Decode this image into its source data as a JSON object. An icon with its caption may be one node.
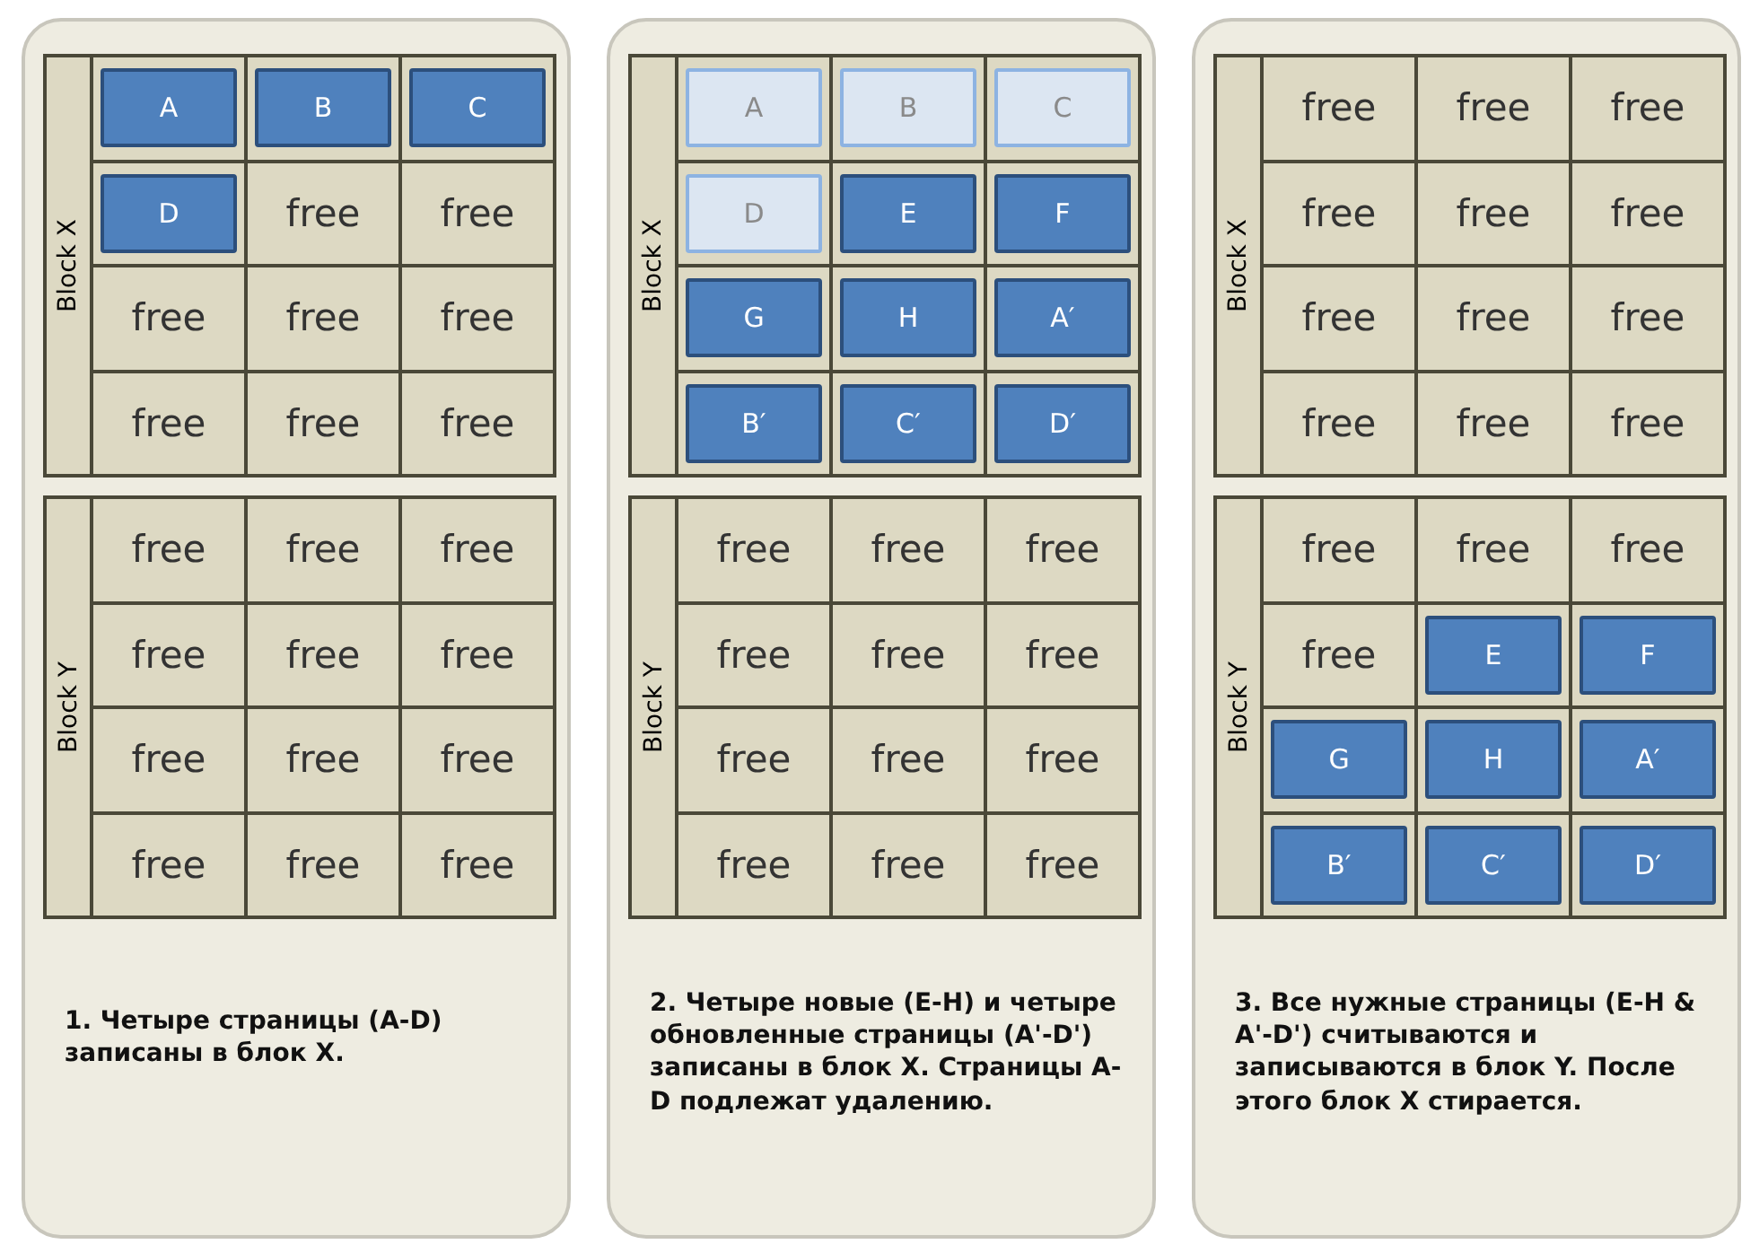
{
  "diagram": {
    "nodes": [
      {
        "text": [
          "1. Четыре страницы (A-D) записаны в блок X."
        ]
      },
      {
        "text": [
          "Block X"
        ],
        "in": 0
      },
      {
        "text": [
          "A"
        ],
        "in": 1
      },
      {
        "text": [
          "B"
        ],
        "in": 1
      },
      {
        "text": [
          "C"
        ],
        "in": 1
      },
      {
        "text": [
          "D"
        ],
        "in": 1
      },
      {
        "text": [
          "free"
        ],
        "in": 1
      },
      {
        "text": [
          "free"
        ],
        "in": 1
      },
      {
        "text": [
          "free"
        ],
        "in": 1
      },
      {
        "text": [
          "free"
        ],
        "in": 1
      },
      {
        "text": [
          "free"
        ],
        "in": 1
      },
      {
        "text": [
          "free"
        ],
        "in": 1
      },
      {
        "text": [
          "free"
        ],
        "in": 1
      },
      {
        "text": [
          "free"
        ],
        "in": 1
      },
      {
        "text": [
          "Block Y"
        ],
        "in": 0
      },
      {
        "text": [
          "free"
        ],
        "in": 14
      },
      {
        "text": [
          "free"
        ],
        "in": 14
      },
      {
        "text": [
          "free"
        ],
        "in": 14
      },
      {
        "text": [
          "free"
        ],
        "in": 14
      },
      {
        "text": [
          "free"
        ],
        "in": 14
      },
      {
        "text": [
          "free"
        ],
        "in": 14
      },
      {
        "text": [
          "free"
        ],
        "in": 14
      },
      {
        "text": [
          "free"
        ],
        "in": 14
      },
      {
        "text": [
          "free"
        ],
        "in": 14
      },
      {
        "text": [
          "free"
        ],
        "in": 14
      },
      {
        "text": [
          "free"
        ],
        "in": 14
      },
      {
        "text": [
          "free"
        ],
        "in": 14
      },
      {
        "text": [
          "2. Четыре новые (E-H) и четыре обновленные страницы (A'-D') записаны в блок X. Страницы A-D подлежат удалению."
        ]
      },
      {
        "text": [
          "Block X"
        ],
        "in": 27
      },
      {
        "text": [
          "A"
        ],
        "in": 28
      },
      {
        "text": [
          "B"
        ],
        "in": 28
      },
      {
        "text": [
          "C"
        ],
        "in": 28
      },
      {
        "text": [
          "D"
        ],
        "in": 28
      },
      {
        "text": [
          "E"
        ],
        "in": 28
      },
      {
        "text": [
          "F"
        ],
        "in": 28
      },
      {
        "text": [
          "G"
        ],
        "in": 28
      },
      {
        "text": [
          "H"
        ],
        "in": 28
      },
      {
        "text": [
          "A′"
        ],
        "in": 28
      },
      {
        "text": [
          "B′"
        ],
        "in": 28
      },
      {
        "text": [
          "C′"
        ],
        "in": 28
      },
      {
        "text": [
          "D′"
        ],
        "in": 28
      },
      {
        "text": [
          "Block Y"
        ],
        "in": 27
      },
      {
        "text": [
          "free"
        ],
        "in": 41
      },
      {
        "text": [
          "free"
        ],
        "in": 41
      },
      {
        "text": [
          "free"
        ],
        "in": 41
      },
      {
        "text": [
          "free"
        ],
        "in": 41
      },
      {
        "text": [
          "free"
        ],
        "in": 41
      },
      {
        "text": [
          "free"
        ],
        "in": 41
      },
      {
        "text": [
          "free"
        ],
        "in": 41
      },
      {
        "text": [
          "free"
        ],
        "in": 41
      },
      {
        "text": [
          "free"
        ],
        "in": 41
      },
      {
        "text": [
          "free"
        ],
        "in": 41
      },
      {
        "text": [
          "free"
        ],
        "in": 41
      },
      {
        "text": [
          "free"
        ],
        "in": 41
      },
      {
        "text": [
          "3. Все нужные страницы (E-H & A'-D') считываются и записываются в блок Y. После этого блок X стирается."
        ]
      },
      {
        "text": [
          "Block X"
        ],
        "in": 54
      },
      {
        "text": [
          "free"
        ],
        "in": 55
      },
      {
        "text": [
          "free"
        ],
        "in": 55
      },
      {
        "text": [
          "free"
        ],
        "in": 55
      },
      {
        "text": [
          "free"
        ],
        "in": 55
      },
      {
        "text": [
          "free"
        ],
        "in": 55
      },
      {
        "text": [
          "free"
        ],
        "in": 55
      },
      {
        "text": [
          "free"
        ],
        "in": 55
      },
      {
        "text": [
          "free"
        ],
        "in": 55
      },
      {
        "text": [
          "free"
        ],
        "in": 55
      },
      {
        "text": [
          "free"
        ],
        "in": 55
      },
      {
        "text": [
          "free"
        ],
        "in": 55
      },
      {
        "text": [
          "free"
        ],
        "in": 55
      },
      {
        "text": [
          "Block Y"
        ],
        "in": 54
      },
      {
        "text": [
          "free"
        ],
        "in": 68
      },
      {
        "text": [
          "free"
        ],
        "in": 68
      },
      {
        "text": [
          "free"
        ],
        "in": 68
      },
      {
        "text": [
          "free"
        ],
        "in": 68
      },
      {
        "text": [
          "E"
        ],
        "in": 68
      },
      {
        "text": [
          "F"
        ],
        "in": 68
      },
      {
        "text": [
          "G"
        ],
        "in": 68
      },
      {
        "text": [
          "H"
        ],
        "in": 68
      },
      {
        "text": [
          "A′"
        ],
        "in": 68
      },
      {
        "text": [
          "B′"
        ],
        "in": 68
      },
      {
        "text": [
          "C′"
        ],
        "in": 68
      },
      {
        "text": [
          "D′"
        ],
        "in": 68
      }
    ]
  }
}
